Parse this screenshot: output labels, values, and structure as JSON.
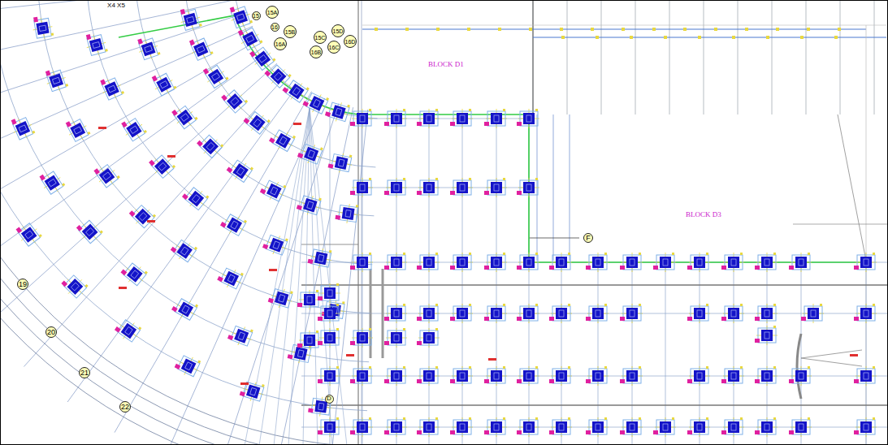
{
  "diagram": {
    "nodes": [
      {
        "text": [
          "15"
        ]
      },
      {
        "text": [
          "15A"
        ]
      },
      {
        "text": [
          "16"
        ]
      },
      {
        "text": [
          "15B"
        ]
      },
      {
        "text": [
          "16A"
        ]
      },
      {
        "text": [
          "15C"
        ]
      },
      {
        "text": [
          "16B"
        ]
      },
      {
        "text": [
          "15D"
        ]
      },
      {
        "text": [
          "16C"
        ]
      },
      {
        "text": [
          "16D"
        ]
      },
      {
        "text": [
          "F"
        ]
      },
      {
        "text": [
          "19"
        ]
      },
      {
        "text": [
          "20"
        ]
      },
      {
        "text": [
          "21"
        ]
      },
      {
        "text": [
          "22"
        ]
      },
      {
        "text": [
          "D"
        ]
      }
    ],
    "labels": [
      "X4",
      "X5",
      "BLOCK D1",
      "BLOCK D3"
    ]
  }
}
